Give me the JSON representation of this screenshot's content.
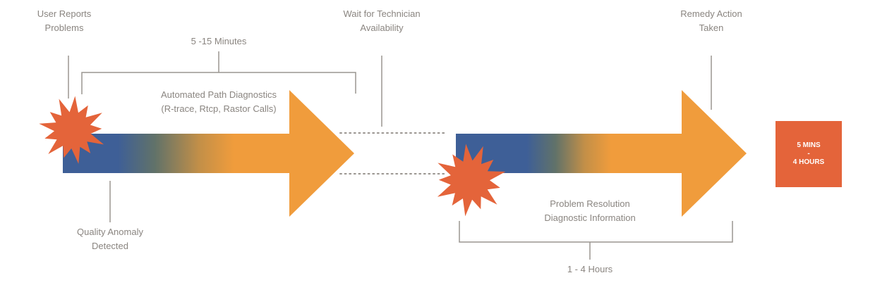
{
  "colors": {
    "blue": "#3e5f97",
    "orange": "#f09c3c",
    "burst": "#e4643a",
    "line": "#9a9590",
    "text": "#8a8580"
  },
  "labels": {
    "user_reports": [
      "User Reports",
      "Problems"
    ],
    "phase1_duration": "5 -15 Minutes",
    "phase1_desc": [
      "Automated Path Diagnostics",
      "(R-trace, Rtcp, Rastor Calls)"
    ],
    "wait": [
      "Wait for Technician",
      "Availability"
    ],
    "remedy": [
      "Remedy Action",
      "Taken"
    ],
    "anomaly": [
      "Quality Anomaly",
      "Detected"
    ],
    "phase2_desc": [
      "Problem Resolution",
      "Diagnostic Information"
    ],
    "phase2_duration": "1 - 4 Hours"
  },
  "result": {
    "line1": "5 MINS",
    "line2": "-",
    "line3": "4 HOURS"
  }
}
